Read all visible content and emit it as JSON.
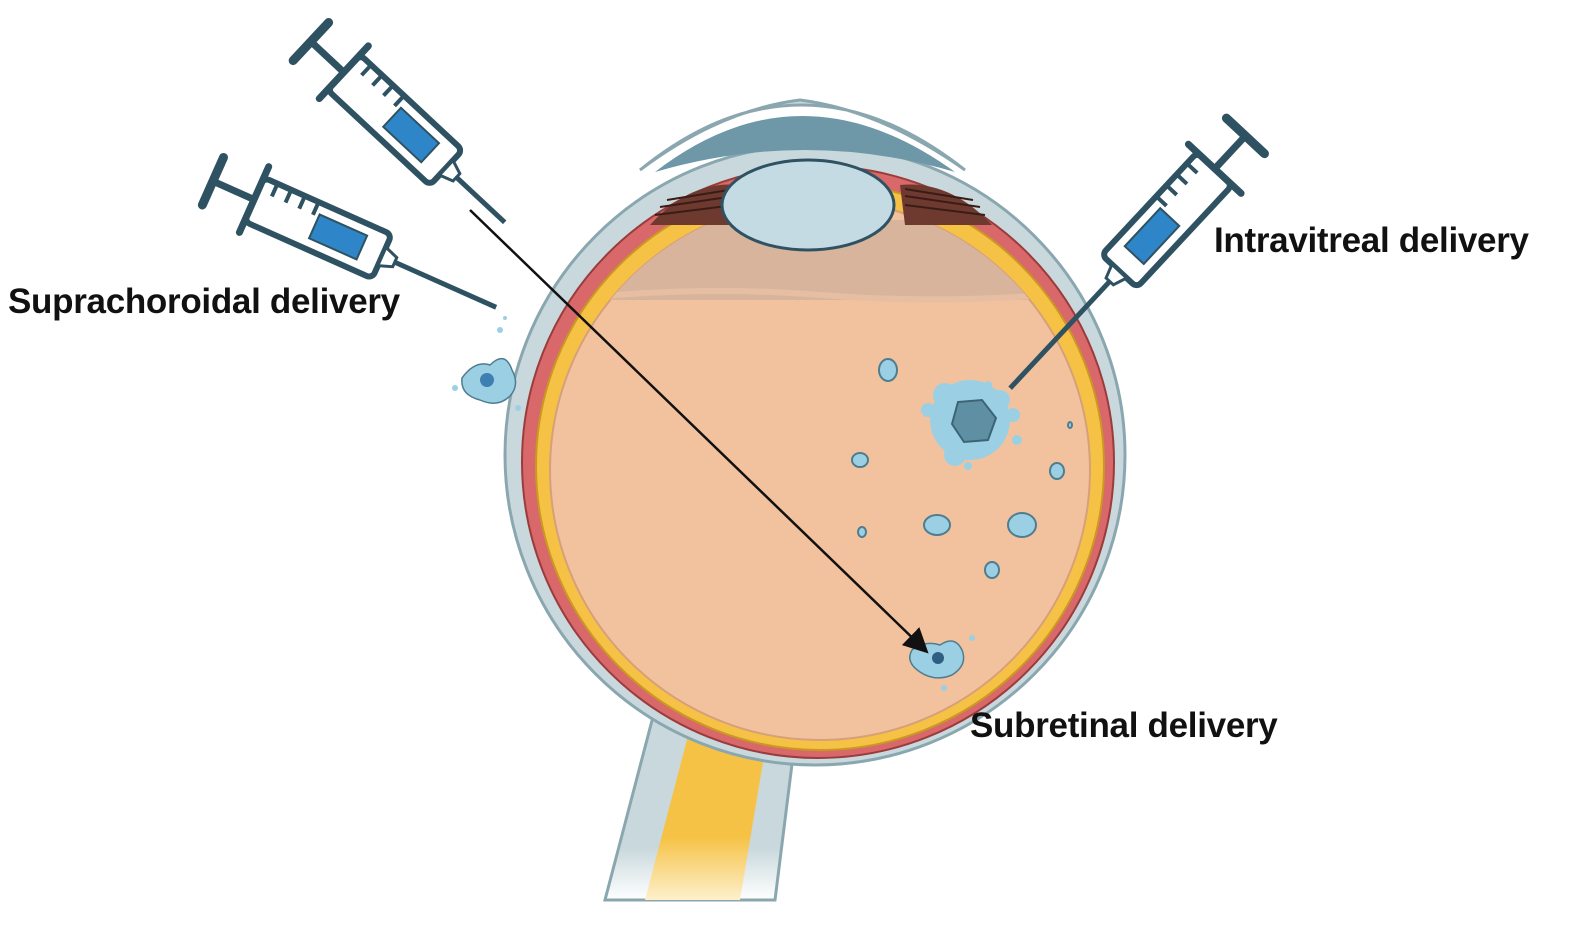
{
  "labels": {
    "suprachoroidal": "Suprachoroidal delivery",
    "intravitreal": "Intravitreal delivery",
    "subretinal": "Subretinal delivery"
  },
  "colors": {
    "sclera": "#c9d8dc",
    "sclera_edge": "#8aa7b0",
    "choroid": "#d9686a",
    "retina": "#f6c246",
    "vitreous": "#f2c29e",
    "anterior_chamber": "#6e98a8",
    "lens": "#c5dbe4",
    "ciliary_body": "#6e3a30",
    "syringe": "#2f5263",
    "drug": "#2e86c8",
    "cells": "#9bd0e4",
    "needle_path": "#111111"
  },
  "icons": [
    "syringe-icon",
    "syringe-icon",
    "syringe-icon",
    "cell-cluster-icon",
    "vesicle-icon"
  ]
}
